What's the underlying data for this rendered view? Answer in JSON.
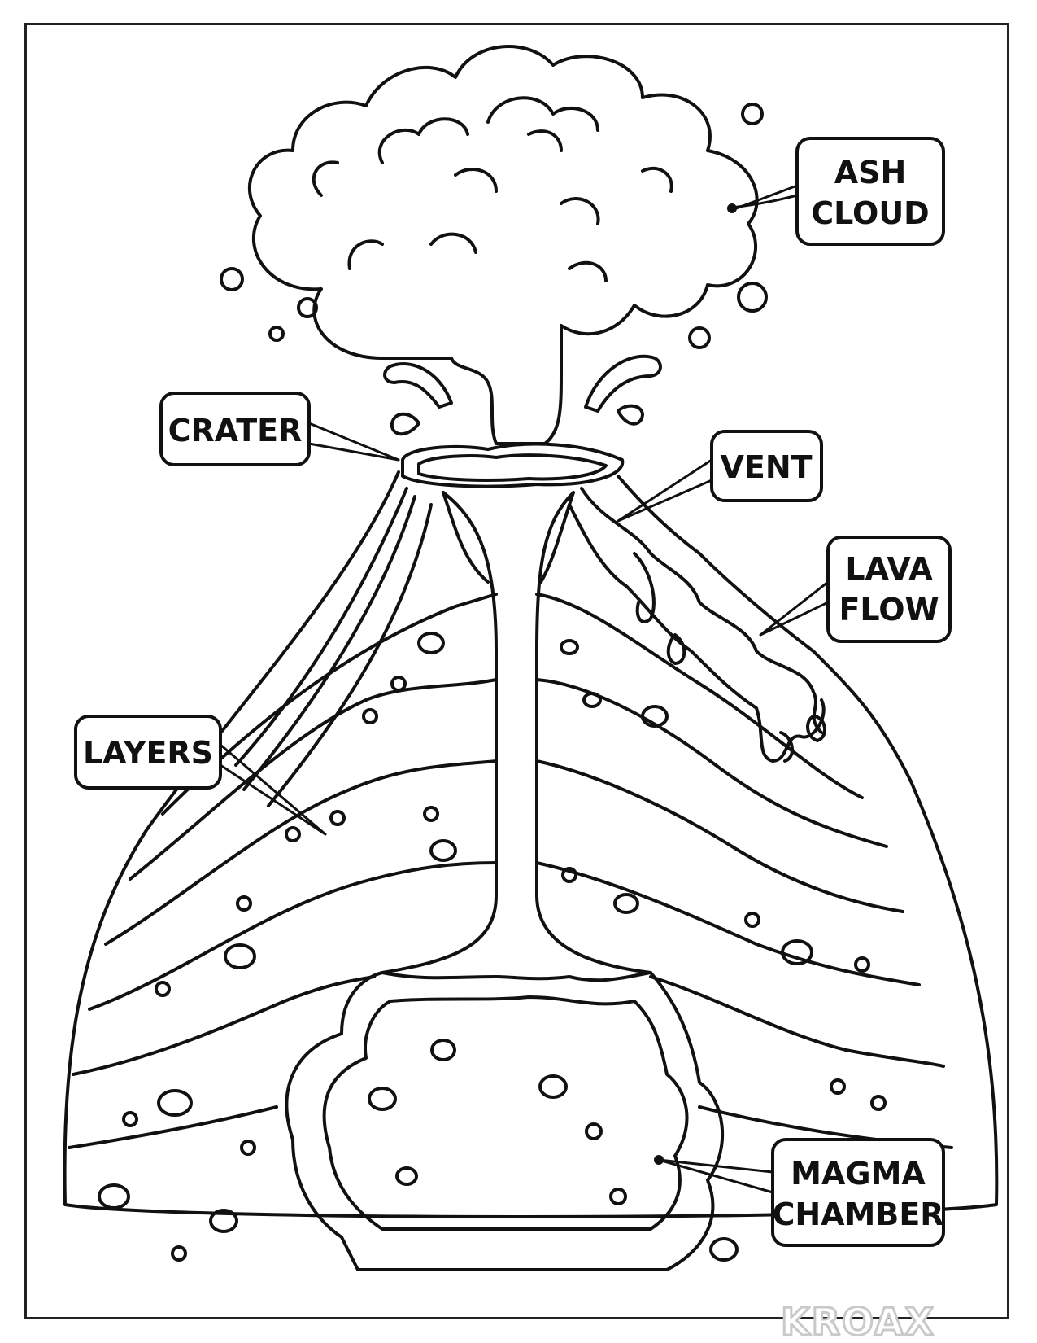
{
  "labels": {
    "ash_cloud": [
      "ASH",
      "CLOUD"
    ],
    "crater": [
      "CRATER"
    ],
    "vent": [
      "VENT"
    ],
    "lava_flow": [
      "LAVA",
      "FLOW"
    ],
    "layers": [
      "LAYERS"
    ],
    "magma_chamber": [
      "MAGMA",
      "CHAMBER"
    ]
  },
  "watermark": "KROAX",
  "colors": {
    "ink": "#111111",
    "paper": "#ffffff",
    "watermark": "#c9c9c9"
  }
}
